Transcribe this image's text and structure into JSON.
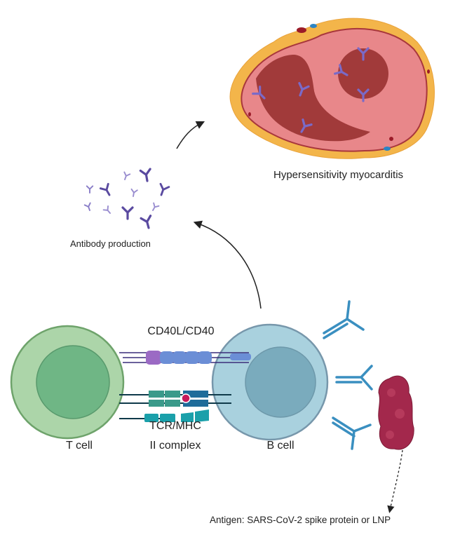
{
  "labels": {
    "heart": "Hypersensitivity myocarditis",
    "antibody": "Antibody production",
    "cd40": "CD40L/CD40",
    "tcr_line1": "TCR/MHC",
    "tcr_line2": "II complex",
    "tcell": "T cell",
    "bcell": "B cell",
    "antigen": "Antigen: SARS-CoV-2 spike protein or LNP"
  },
  "colors": {
    "tcell_outer": "#acd5a9",
    "tcell_inner": "#6fb685",
    "bcell_outer": "#a9d1de",
    "bcell_inner": "#7aabbd",
    "antibody_purple": "#6a5aa8",
    "antibody_blue": "#3a8fc0",
    "spike": "#a3284c",
    "heart_fat": "#f3b54a",
    "heart_muscle": "#e8878a",
    "heart_cavity": "#a13a3a"
  }
}
